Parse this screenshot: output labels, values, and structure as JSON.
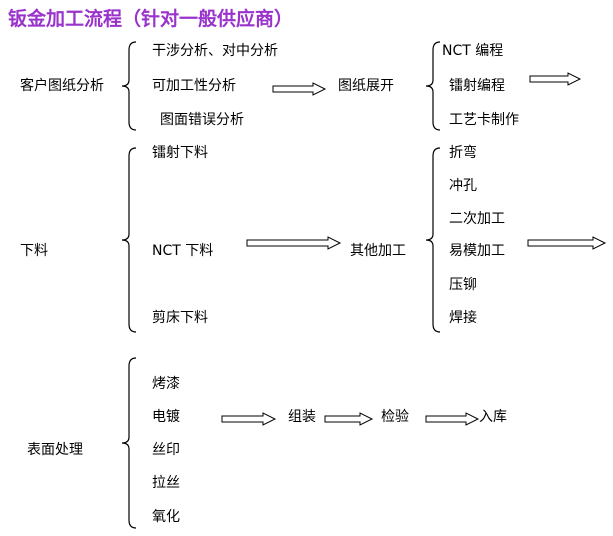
{
  "title": "钣金加工流程（针对一般供应商）",
  "colors": {
    "title": "#9933cc",
    "lines": "#000000"
  },
  "row1": {
    "start": "客户图纸分析",
    "items": [
      "干涉分析、对中分析",
      "可加工性分析",
      "图面错误分析"
    ],
    "middle": "图纸展开",
    "items2": [
      "NCT 编程",
      "镭射编程",
      "工艺卡制作"
    ]
  },
  "row2": {
    "start": "下料",
    "items": [
      "镭射下料",
      "NCT 下料",
      "剪床下料"
    ],
    "middle": "其他加工",
    "items2": [
      "折弯",
      "冲孔",
      "二次加工",
      "易模加工",
      "压铆",
      "焊接"
    ]
  },
  "row3": {
    "start": "表面处理",
    "items": [
      "烤漆",
      "电镀",
      "丝印",
      "拉丝",
      "氧化"
    ],
    "steps": [
      "组装",
      "检验",
      "入库"
    ]
  }
}
